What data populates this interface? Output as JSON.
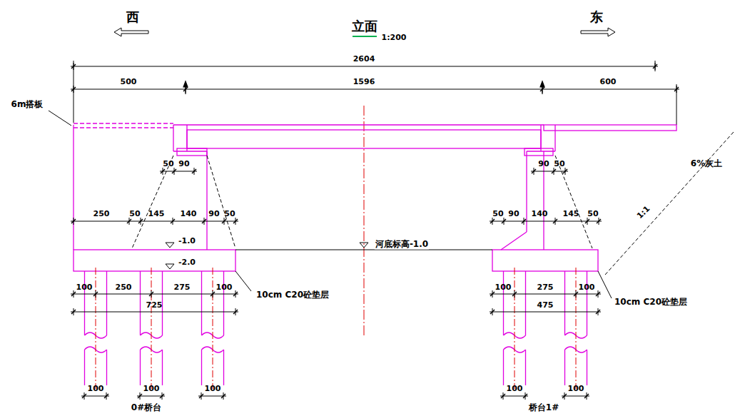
{
  "diagram": {
    "title": "立面",
    "labels": [
      "1:200",
      "西",
      "东",
      "2604",
      "500",
      "1596",
      "600",
      "6m搭板",
      "6%灰土",
      "1:1",
      "50",
      "90",
      "90",
      "50",
      "250",
      "50",
      "145",
      "140",
      "90",
      "50",
      "50",
      "90",
      "140",
      "145",
      "50",
      "-1.0",
      "-2.0",
      "河底标高-1.0",
      "100",
      "250",
      "275",
      "100",
      "725",
      "10cm C20砼垫层",
      "100",
      "275",
      "100",
      "475",
      "10cm C20砼垫层",
      "100",
      "100",
      "100",
      "100",
      "100",
      "0#桥台",
      "桥台1#"
    ]
  }
}
